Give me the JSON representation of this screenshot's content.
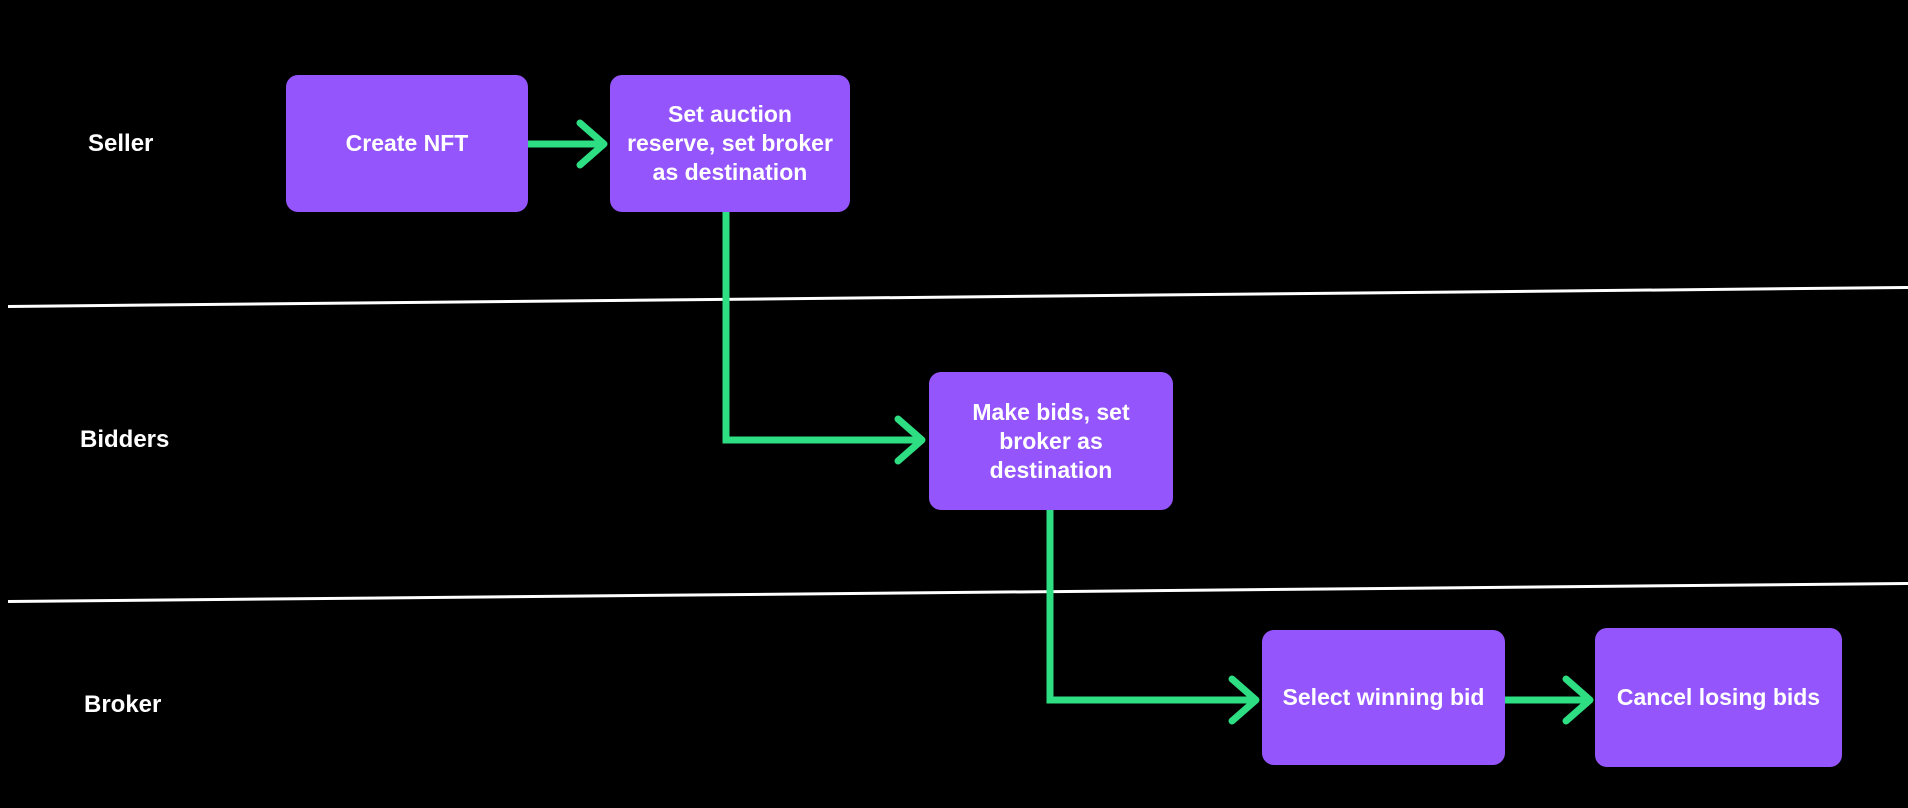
{
  "diagram": {
    "type": "swimlane-flowchart",
    "colors": {
      "background": "#000000",
      "node_fill": "#9455fd",
      "node_text": "#ffffff",
      "arrow": "#2ede82",
      "lane_divider": "#ffffff",
      "lane_label_text": "#ffffff"
    },
    "lanes": [
      {
        "label": "Seller"
      },
      {
        "label": "Bidders"
      },
      {
        "label": "Broker"
      }
    ],
    "nodes": [
      {
        "id": "create-nft",
        "lane": "Seller",
        "label": "Create NFT"
      },
      {
        "id": "set-auction-reserve",
        "lane": "Seller",
        "label": "Set auction\nreserve, set broker\nas destination"
      },
      {
        "id": "make-bids",
        "lane": "Bidders",
        "label": "Make bids, set\nbroker as\ndestination"
      },
      {
        "id": "select-winning-bid",
        "lane": "Broker",
        "label": "Select winning bid"
      },
      {
        "id": "cancel-losing-bids",
        "lane": "Broker",
        "label": "Cancel losing bids"
      }
    ],
    "edges": [
      {
        "from": "create-nft",
        "to": "set-auction-reserve"
      },
      {
        "from": "set-auction-reserve",
        "to": "make-bids"
      },
      {
        "from": "make-bids",
        "to": "select-winning-bid"
      },
      {
        "from": "select-winning-bid",
        "to": "cancel-losing-bids"
      }
    ]
  }
}
